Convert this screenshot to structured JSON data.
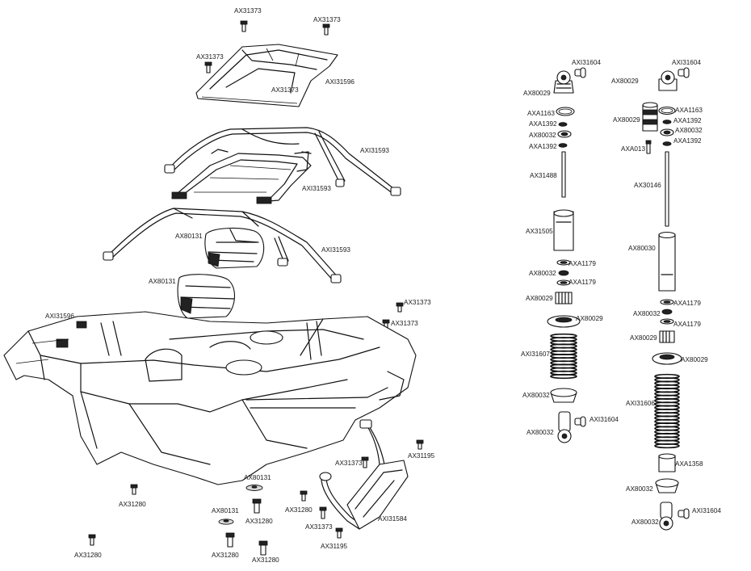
{
  "diagram": {
    "parts": {
      "ax31373": "AX31373",
      "axi31596": "AXI31596",
      "axi31593": "AXI31593",
      "ax80131": "AX80131",
      "ax31280": "AX31280",
      "ax31195": "AX31195",
      "axi31584": "AXI31584",
      "axi31604": "AXI31604",
      "ax80029": "AX80029",
      "axa1163": "AXA1163",
      "axa1392": "AXA1392",
      "ax80032": "AX80032",
      "ax31488": "AX31488",
      "ax31505": "AX31505",
      "axa1179": "AXA1179",
      "axi31607": "AXI31607",
      "axa013": "AXA013",
      "ax30146": "AX30146",
      "ax80030": "AX80030",
      "axi31606": "AXI31606",
      "axa1358": "AXA1358"
    }
  }
}
